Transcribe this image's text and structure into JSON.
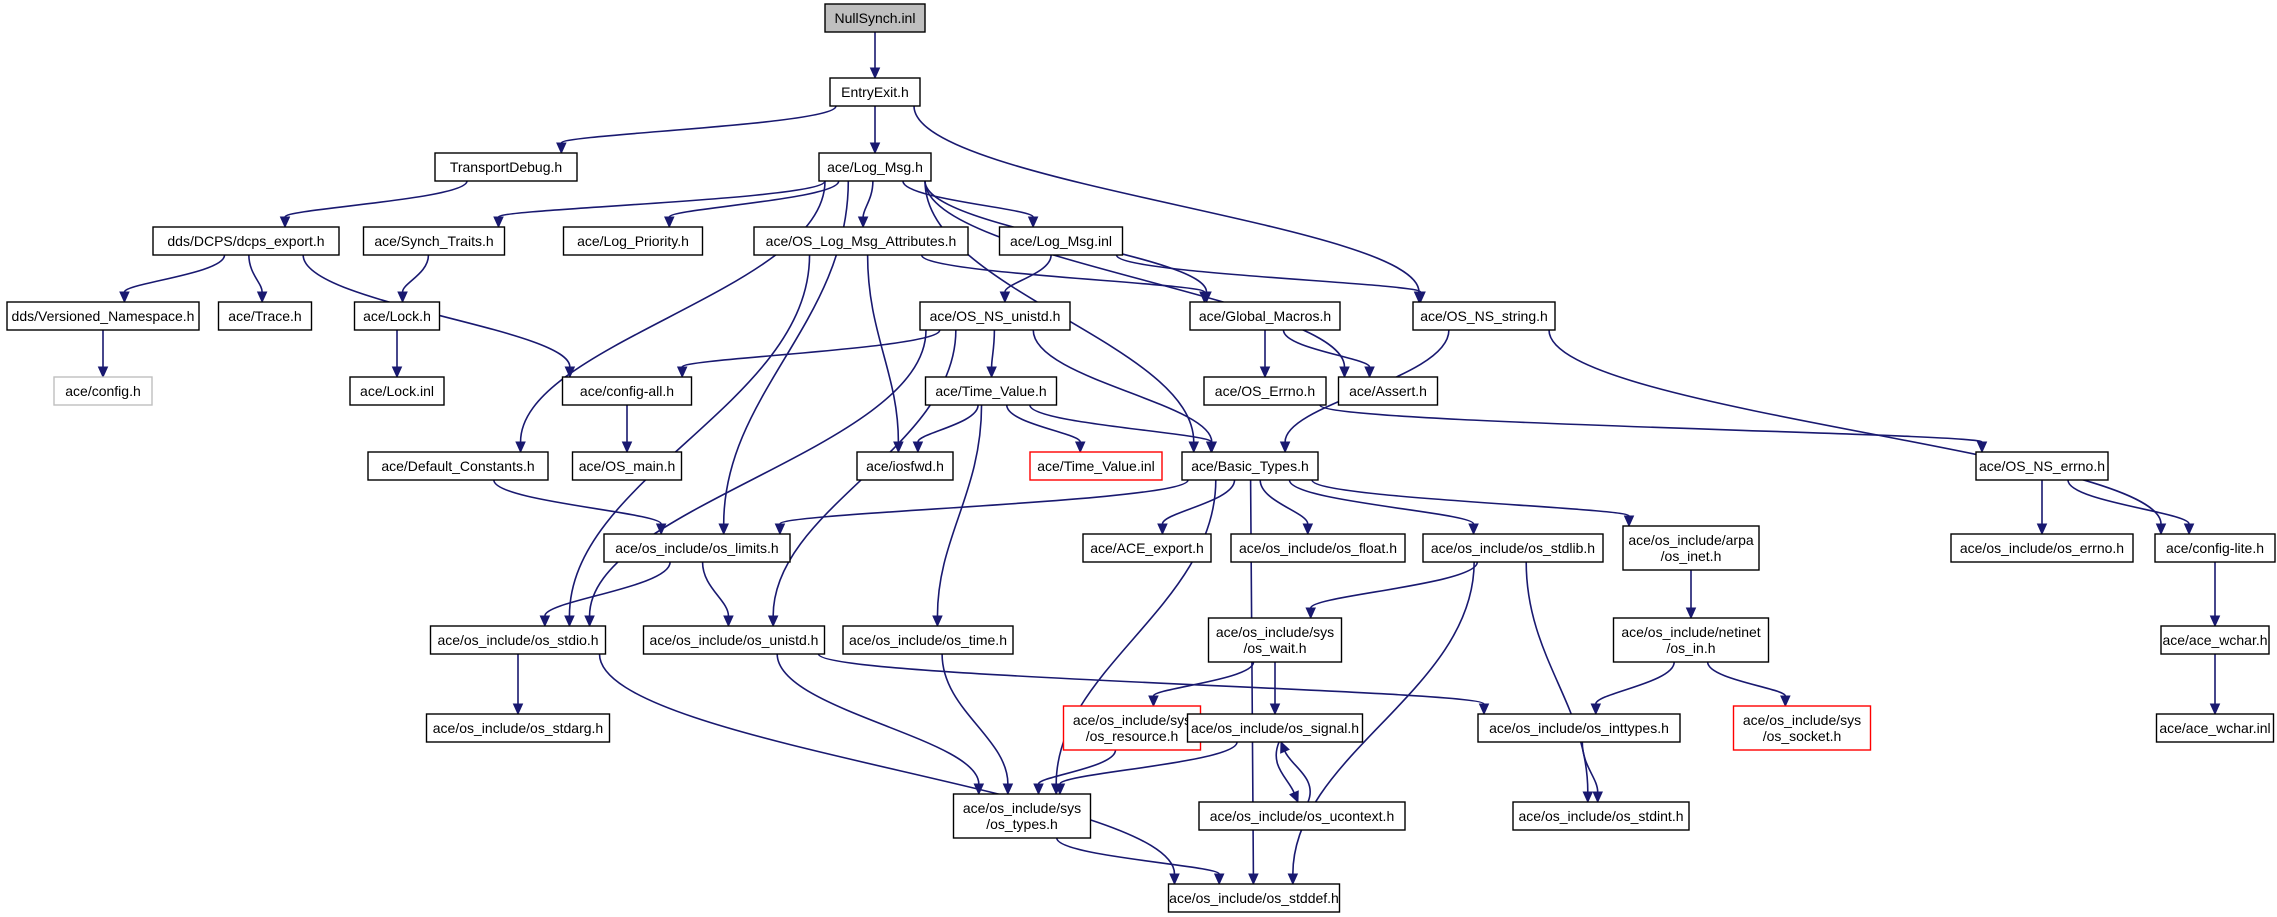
{
  "diagram": {
    "type": "include-dependency-graph",
    "colors": {
      "edge": "#191970",
      "node_border": "#000000",
      "root_fill": "#bfbfbf",
      "missing_border": "#bfbfbf",
      "truncated_border": "#ff0000",
      "background": "#ffffff"
    },
    "nodes": [
      {
        "id": "nullsynch",
        "lines": [
          "NullSynch.inl"
        ],
        "style": "root"
      },
      {
        "id": "entryexit",
        "lines": [
          "EntryExit.h"
        ],
        "style": "normal"
      },
      {
        "id": "transportdebug",
        "lines": [
          "TransportDebug.h"
        ],
        "style": "normal"
      },
      {
        "id": "log_msg",
        "lines": [
          "ace/Log_Msg.h"
        ],
        "style": "normal"
      },
      {
        "id": "dcps_export",
        "lines": [
          "dds/DCPS/dcps_export.h"
        ],
        "style": "normal"
      },
      {
        "id": "synch_traits",
        "lines": [
          "ace/Synch_Traits.h"
        ],
        "style": "normal"
      },
      {
        "id": "log_priority",
        "lines": [
          "ace/Log_Priority.h"
        ],
        "style": "normal"
      },
      {
        "id": "os_log_msg_attr",
        "lines": [
          "ace/OS_Log_Msg_Attributes.h"
        ],
        "style": "normal"
      },
      {
        "id": "log_msg_inl",
        "lines": [
          "ace/Log_Msg.inl"
        ],
        "style": "normal"
      },
      {
        "id": "versioned_ns",
        "lines": [
          "dds/Versioned_Namespace.h"
        ],
        "style": "normal"
      },
      {
        "id": "trace",
        "lines": [
          "ace/Trace.h"
        ],
        "style": "normal"
      },
      {
        "id": "lock_h",
        "lines": [
          "ace/Lock.h"
        ],
        "style": "normal"
      },
      {
        "id": "os_ns_unistd",
        "lines": [
          "ace/OS_NS_unistd.h"
        ],
        "style": "normal"
      },
      {
        "id": "global_macros",
        "lines": [
          "ace/Global_Macros.h"
        ],
        "style": "normal"
      },
      {
        "id": "os_ns_string",
        "lines": [
          "ace/OS_NS_string.h"
        ],
        "style": "normal"
      },
      {
        "id": "config_h",
        "lines": [
          "ace/config.h"
        ],
        "style": "gray"
      },
      {
        "id": "lock_inl",
        "lines": [
          "ace/Lock.inl"
        ],
        "style": "normal"
      },
      {
        "id": "config_all",
        "lines": [
          "ace/config-all.h"
        ],
        "style": "normal"
      },
      {
        "id": "time_value",
        "lines": [
          "ace/Time_Value.h"
        ],
        "style": "normal"
      },
      {
        "id": "os_errno_h",
        "lines": [
          "ace/OS_Errno.h"
        ],
        "style": "normal"
      },
      {
        "id": "assert_h",
        "lines": [
          "ace/Assert.h"
        ],
        "style": "normal"
      },
      {
        "id": "os_main",
        "lines": [
          "ace/OS_main.h"
        ],
        "style": "normal"
      },
      {
        "id": "default_constants",
        "lines": [
          "ace/Default_Constants.h"
        ],
        "style": "normal"
      },
      {
        "id": "iosfwd",
        "lines": [
          "ace/iosfwd.h"
        ],
        "style": "normal"
      },
      {
        "id": "time_value_inl",
        "lines": [
          "ace/Time_Value.inl"
        ],
        "style": "red"
      },
      {
        "id": "basic_types",
        "lines": [
          "ace/Basic_Types.h"
        ],
        "style": "normal"
      },
      {
        "id": "os_ns_errno",
        "lines": [
          "ace/OS_NS_errno.h"
        ],
        "style": "normal"
      },
      {
        "id": "os_limits",
        "lines": [
          "ace/os_include/os_limits.h"
        ],
        "style": "normal"
      },
      {
        "id": "ace_export",
        "lines": [
          "ace/ACE_export.h"
        ],
        "style": "normal"
      },
      {
        "id": "os_float",
        "lines": [
          "ace/os_include/os_float.h"
        ],
        "style": "normal"
      },
      {
        "id": "os_stdlib",
        "lines": [
          "ace/os_include/os_stdlib.h"
        ],
        "style": "normal"
      },
      {
        "id": "arpa_inet",
        "lines": [
          "ace/os_include/arpa",
          "/os_inet.h"
        ],
        "style": "normal"
      },
      {
        "id": "os_errno_inc",
        "lines": [
          "ace/os_include/os_errno.h"
        ],
        "style": "normal"
      },
      {
        "id": "config_lite",
        "lines": [
          "ace/config-lite.h"
        ],
        "style": "normal"
      },
      {
        "id": "os_stdio",
        "lines": [
          "ace/os_include/os_stdio.h"
        ],
        "style": "normal"
      },
      {
        "id": "os_unistd_inc",
        "lines": [
          "ace/os_include/os_unistd.h"
        ],
        "style": "normal"
      },
      {
        "id": "os_time",
        "lines": [
          "ace/os_include/os_time.h"
        ],
        "style": "normal"
      },
      {
        "id": "sys_wait",
        "lines": [
          "ace/os_include/sys",
          "/os_wait.h"
        ],
        "style": "normal"
      },
      {
        "id": "netinet_in",
        "lines": [
          "ace/os_include/netinet",
          "/os_in.h"
        ],
        "style": "normal"
      },
      {
        "id": "ace_wchar_h",
        "lines": [
          "ace/ace_wchar.h"
        ],
        "style": "normal"
      },
      {
        "id": "os_stdarg",
        "lines": [
          "ace/os_include/os_stdarg.h"
        ],
        "style": "normal"
      },
      {
        "id": "sys_resource",
        "lines": [
          "ace/os_include/sys",
          "/os_resource.h"
        ],
        "style": "red"
      },
      {
        "id": "os_signal",
        "lines": [
          "ace/os_include/os_signal.h"
        ],
        "style": "normal"
      },
      {
        "id": "os_inttypes",
        "lines": [
          "ace/os_include/os_inttypes.h"
        ],
        "style": "normal"
      },
      {
        "id": "sys_socket",
        "lines": [
          "ace/os_include/sys",
          "/os_socket.h"
        ],
        "style": "red"
      },
      {
        "id": "ace_wchar_inl",
        "lines": [
          "ace/ace_wchar.inl"
        ],
        "style": "normal"
      },
      {
        "id": "sys_types",
        "lines": [
          "ace/os_include/sys",
          "/os_types.h"
        ],
        "style": "normal"
      },
      {
        "id": "os_ucontext",
        "lines": [
          "ace/os_include/os_ucontext.h"
        ],
        "style": "normal"
      },
      {
        "id": "os_stdint",
        "lines": [
          "ace/os_include/os_stdint.h"
        ],
        "style": "normal"
      },
      {
        "id": "os_stddef",
        "lines": [
          "ace/os_include/os_stddef.h"
        ],
        "style": "normal"
      }
    ],
    "edges": [
      [
        "nullsynch",
        "entryexit"
      ],
      [
        "entryexit",
        "transportdebug"
      ],
      [
        "entryexit",
        "log_msg"
      ],
      [
        "entryexit",
        "os_ns_string"
      ],
      [
        "transportdebug",
        "dcps_export"
      ],
      [
        "dcps_export",
        "versioned_ns"
      ],
      [
        "dcps_export",
        "trace"
      ],
      [
        "dcps_export",
        "config_all"
      ],
      [
        "versioned_ns",
        "config_h"
      ],
      [
        "log_msg",
        "synch_traits"
      ],
      [
        "log_msg",
        "log_priority"
      ],
      [
        "log_msg",
        "os_log_msg_attr"
      ],
      [
        "log_msg",
        "log_msg_inl"
      ],
      [
        "log_msg",
        "global_macros"
      ],
      [
        "log_msg",
        "assert_h"
      ],
      [
        "log_msg",
        "default_constants"
      ],
      [
        "log_msg",
        "os_limits"
      ],
      [
        "log_msg",
        "basic_types"
      ],
      [
        "synch_traits",
        "lock_h"
      ],
      [
        "lock_h",
        "lock_inl"
      ],
      [
        "os_log_msg_attr",
        "global_macros"
      ],
      [
        "os_log_msg_attr",
        "iosfwd"
      ],
      [
        "os_log_msg_attr",
        "os_stdio"
      ],
      [
        "log_msg_inl",
        "os_ns_unistd"
      ],
      [
        "log_msg_inl",
        "os_ns_string"
      ],
      [
        "os_ns_unistd",
        "config_all"
      ],
      [
        "os_ns_unistd",
        "time_value"
      ],
      [
        "os_ns_unistd",
        "basic_types"
      ],
      [
        "os_ns_unistd",
        "os_unistd_inc"
      ],
      [
        "os_ns_unistd",
        "os_stdio"
      ],
      [
        "global_macros",
        "os_errno_h"
      ],
      [
        "global_macros",
        "assert_h"
      ],
      [
        "os_ns_string",
        "basic_types"
      ],
      [
        "os_ns_string",
        "config_lite"
      ],
      [
        "config_all",
        "os_main"
      ],
      [
        "time_value",
        "iosfwd"
      ],
      [
        "time_value",
        "time_value_inl"
      ],
      [
        "time_value",
        "basic_types"
      ],
      [
        "time_value",
        "os_time"
      ],
      [
        "os_errno_h",
        "os_ns_errno"
      ],
      [
        "default_constants",
        "os_limits"
      ],
      [
        "basic_types",
        "os_limits"
      ],
      [
        "basic_types",
        "ace_export"
      ],
      [
        "basic_types",
        "os_float"
      ],
      [
        "basic_types",
        "os_stdlib"
      ],
      [
        "basic_types",
        "arpa_inet"
      ],
      [
        "basic_types",
        "sys_types"
      ],
      [
        "basic_types",
        "os_stddef"
      ],
      [
        "os_ns_errno",
        "os_errno_inc"
      ],
      [
        "os_ns_errno",
        "config_lite"
      ],
      [
        "os_limits",
        "os_stdio"
      ],
      [
        "os_limits",
        "os_unistd_inc"
      ],
      [
        "os_stdlib",
        "sys_wait"
      ],
      [
        "os_stdlib",
        "os_stdint"
      ],
      [
        "os_stdlib",
        "os_stddef"
      ],
      [
        "arpa_inet",
        "netinet_in"
      ],
      [
        "config_lite",
        "ace_wchar_h"
      ],
      [
        "ace_wchar_h",
        "ace_wchar_inl"
      ],
      [
        "os_stdio",
        "os_stdarg"
      ],
      [
        "os_stdio",
        "os_stddef"
      ],
      [
        "os_unistd_inc",
        "sys_types"
      ],
      [
        "os_unistd_inc",
        "os_inttypes"
      ],
      [
        "os_time",
        "sys_types"
      ],
      [
        "sys_wait",
        "sys_resource"
      ],
      [
        "sys_wait",
        "os_signal"
      ],
      [
        "netinet_in",
        "os_inttypes"
      ],
      [
        "netinet_in",
        "sys_socket"
      ],
      [
        "sys_resource",
        "sys_types"
      ],
      [
        "os_signal",
        "sys_types"
      ],
      [
        "os_signal",
        "os_ucontext"
      ],
      [
        "os_ucontext",
        "os_signal"
      ],
      [
        "os_inttypes",
        "os_stdint"
      ],
      [
        "sys_types",
        "os_stddef"
      ]
    ]
  }
}
